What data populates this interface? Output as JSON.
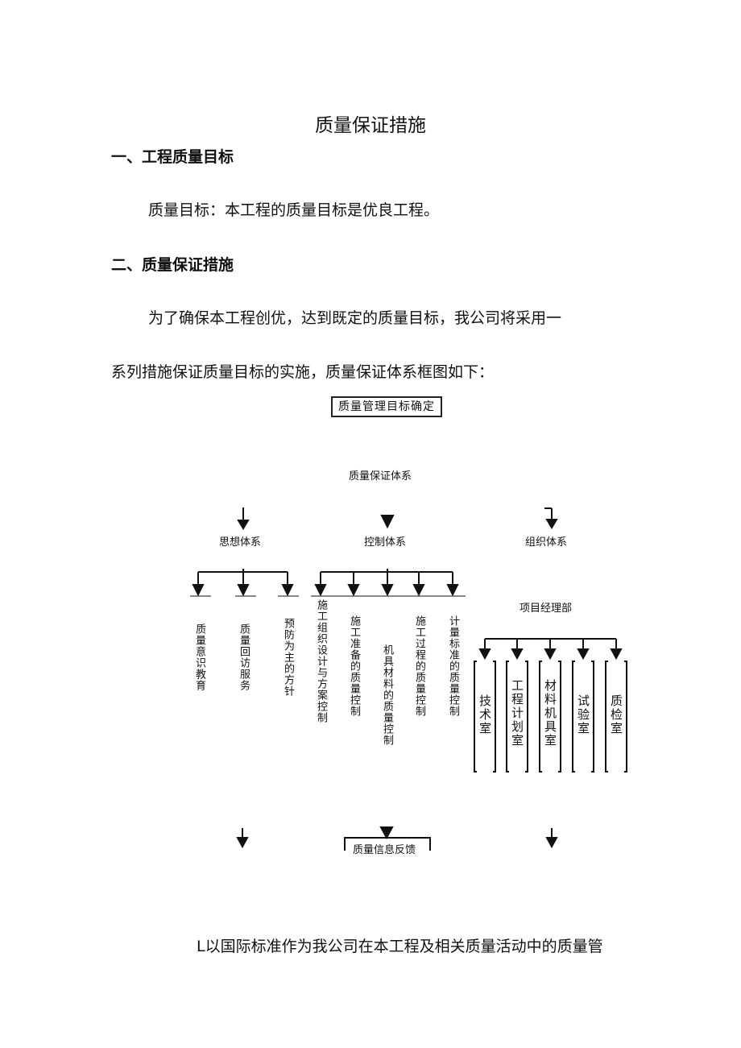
{
  "title": "质量保证措施",
  "section1": {
    "heading": "一、工程质量目标",
    "text": "质量目标：本工程的质量目标是优良工程。"
  },
  "section2": {
    "heading": "二、质量保证措施",
    "para_line1": "为了确保本工程创优，达到既定的质量目标，我公司将采用一",
    "para_line2": "系列措施保证质量目标的实施，质量保证体系框图如下："
  },
  "diagram": {
    "top_box": "质量管理目标确定",
    "system": "质量保证体系",
    "branches": [
      "思想体系",
      "控制体系",
      "组织体系"
    ],
    "thought_items": [
      "质量意识教育",
      "质量回访服务",
      "预防为主的方针"
    ],
    "control_items": [
      "施工组织设计与方案控制",
      "施工准备的质量控制",
      "机具材料的质量控制",
      "施工过程的质量控制",
      "计量标准的质量控制"
    ],
    "org_head": "项目经理部",
    "org_rooms": [
      "技术室",
      "工程计划室",
      "材料机具室",
      "试验室",
      "质检室"
    ],
    "feedback": "质量信息反馈"
  },
  "footer_text": "L以国际标准作为我公司在本工程及相关质量活动中的质量管"
}
